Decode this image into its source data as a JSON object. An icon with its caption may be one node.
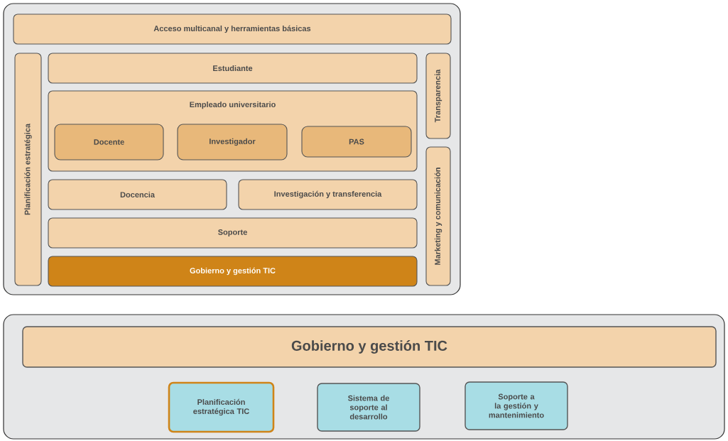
{
  "diagram": {
    "nodes": [
      {
        "text": [],
        "shape": "box"
      },
      {
        "text": [
          "Acceso multicanal y herramientas básicas"
        ],
        "in": 0
      },
      {
        "text": [
          "Planificación estratégica"
        ],
        "in": 0
      },
      {
        "text": [
          "Estudiante"
        ],
        "in": 0
      },
      {
        "text": [
          "Empleado universitario"
        ],
        "in": 0
      },
      {
        "text": [
          "Docente"
        ],
        "in": 4
      },
      {
        "text": [
          "Investigador"
        ],
        "in": 4
      },
      {
        "text": [
          "PAS"
        ],
        "in": 4
      },
      {
        "text": [
          "Transparencia"
        ],
        "in": 0
      },
      {
        "text": [
          "Docencia"
        ],
        "in": 0
      },
      {
        "text": [
          "Investigación y transferencia"
        ],
        "in": 0
      },
      {
        "text": [
          "Marketing y comunicación"
        ],
        "in": 0
      },
      {
        "text": [
          "Soporte"
        ],
        "in": 0
      },
      {
        "text": [
          "Gobierno y gestión TIC"
        ],
        "in": 0
      },
      {
        "text": [],
        "shape": "box"
      },
      {
        "text": [
          "Gobierno y gestión TIC"
        ],
        "in": 14
      },
      {
        "text": [
          "Planificación estratégica TIC"
        ],
        "in": 14
      },
      {
        "text": [
          "Sistema de soporte al desarrollo"
        ],
        "in": 14
      },
      {
        "text": [
          "Soporte a la gestión y mantenimiento"
        ],
        "in": 14
      }
    ],
    "edges": []
  }
}
